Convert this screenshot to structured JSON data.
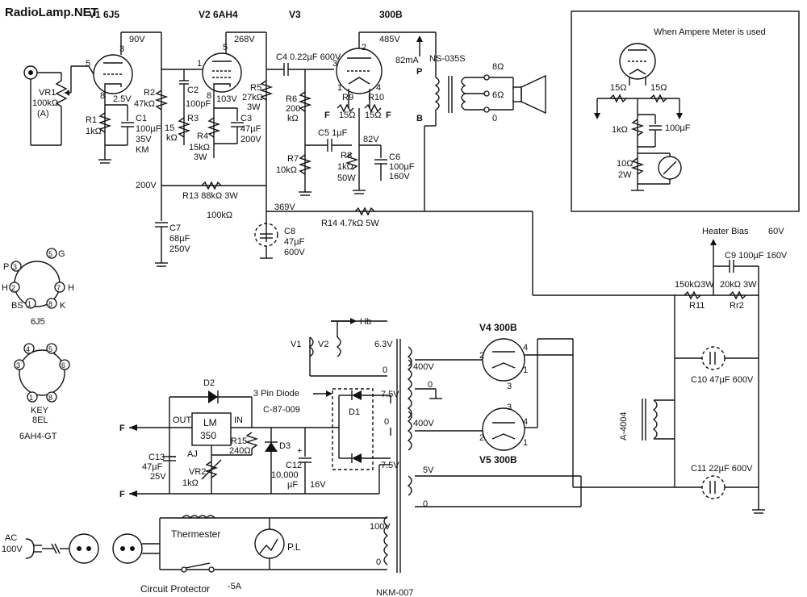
{
  "brand": {
    "logo_text": "RadioLamp.NET",
    "logo_color": "#1a7fd4",
    "logo_accent": "#e03020"
  },
  "tubes": {
    "v1": {
      "ref": "V1",
      "type": "6J5"
    },
    "v2": {
      "ref": "V2",
      "type": "6AH4"
    },
    "v3": {
      "ref": "V3",
      "type": "300B"
    },
    "v4": {
      "ref": "V4",
      "type": "300B"
    },
    "v5": {
      "ref": "V5",
      "type": "300B"
    }
  },
  "voltages": {
    "v1_plate": "90V",
    "v1_cathode": "2.5V",
    "v2_plate": "268V",
    "v2_cathode": "103V",
    "v3_plate": "485V",
    "v3_cathode": "82V",
    "b_200": "200V",
    "b_369": "369V",
    "current": "82mA",
    "heater_bias": "Heater Bias",
    "heater_bias_v": "60V"
  },
  "components": {
    "vr1": "VR1",
    "vr1_val": "100kΩ",
    "vr1_note": "(A)",
    "r1": "R1",
    "r1_val": "1kΩ",
    "c1": "C1",
    "c1_val": "100µF",
    "c1_v": "35V",
    "c1_km": "KM",
    "r2": "R2",
    "r2_val": "47kΩ",
    "c2": "C2",
    "c2_val": "100pF",
    "r3": "R3",
    "r3_val": "15",
    "r3_unit": "kΩ",
    "r4": "R4",
    "r4_val": "15kΩ",
    "r4_w": "3W",
    "c3": "C3",
    "c3_val": "47µF",
    "c3_v": "200V",
    "r5": "R5",
    "r5_val": "27kΩ",
    "r5_w": "3W",
    "c4": "C4 0.22µF 600V",
    "r6": "R6",
    "r6_val": "200",
    "r6_unit": "kΩ",
    "r7": "R7",
    "r7_val": "10kΩ",
    "c5": "C5 1µF",
    "r8": "R8",
    "r8_val": "1kΩ",
    "r8_w": "50W",
    "r9": "R9",
    "r9_val": "15Ω",
    "r10": "R10",
    "r10_val": "15Ω",
    "f": "F",
    "c6": "C6",
    "c6_val": "100µF",
    "c6_v": "160V",
    "c7": "C7",
    "c7_val": "68µF",
    "c7_v": "250V",
    "r13": "R13 88kΩ 3W",
    "r13_alt": "100kΩ",
    "c8": "C8",
    "c8_val": "47µF",
    "c8_v": "600V",
    "r14": "R14 4.7kΩ 5W",
    "c9": "C9 100µF 160V",
    "r11": "R11",
    "r11_val": "150kΩ3W",
    "rr2": "Rr2",
    "rr2_val": "20kΩ 3W",
    "c10": "C10 47µF 600V",
    "c11": "C11 22µF 600V",
    "a4004": "A-4004",
    "ns035s": "NS-035S",
    "p": "P",
    "b": "B",
    "tap8": "8Ω",
    "tap6": "6Ω",
    "tap0": "0",
    "nkm007": "NKM-007",
    "w63": "6.3V",
    "w63_0": "0",
    "hb": "Hb",
    "w400a": "400V",
    "w400_0": "0",
    "w400b": "400V",
    "w75a": "7.5V",
    "w75_0": "0",
    "w75b": "7.5V",
    "w5": "5V",
    "w5_0": "0",
    "w100": "100V",
    "w100_0": "0",
    "d2": "D2",
    "d3": "D3",
    "d1": "D1",
    "diode3": "3 Pin Diode",
    "diode3_pn": "C-87-009",
    "lm350": "LM",
    "lm350b": "350",
    "out": "OUT",
    "in": "IN",
    "aj": "AJ",
    "r15": "R15",
    "r15_val": "240Ω",
    "c12": "C12",
    "c12_val": "10,000",
    "c12_unit": "µF",
    "c12_v": "16V",
    "c13": "C13",
    "c13_val": "47µF",
    "c13_v": "25V",
    "vr2": "VR2",
    "vr2_val": "1kΩ",
    "fout": "F",
    "ac": "AC",
    "ac_v": "100V",
    "thermester": "Thermester",
    "pl": "P.L",
    "cp": "Circuit Protector",
    "cp_val": "-5A"
  },
  "pinouts": {
    "tube6j5": {
      "name": "6J5",
      "p": "P",
      "g": "G",
      "h1": "H",
      "h2": "H",
      "bs": "BS",
      "k": "K"
    },
    "tube6ah4": {
      "name": "6AH4-GT",
      "key": "KEY",
      "base": "8EL"
    }
  },
  "inset": {
    "title": "When Ampere Meter is used",
    "r1": "15Ω",
    "r2": "15Ω",
    "r3": "1kΩ",
    "c1": "100µF",
    "r4": "10Ω",
    "r4_w": "2W"
  }
}
